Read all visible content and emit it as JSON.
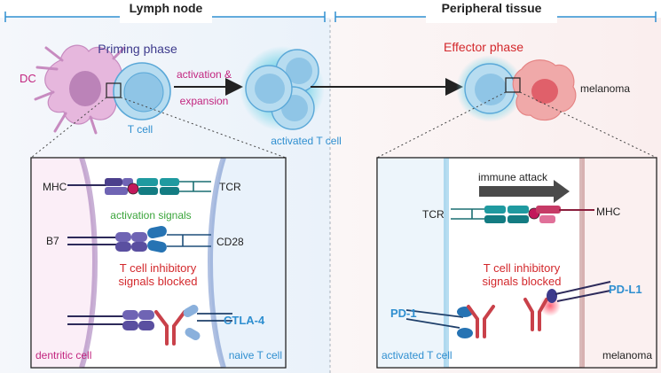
{
  "headers": {
    "left": "Lymph node",
    "right": "Peripheral tissue"
  },
  "top": {
    "dc": "DC",
    "priming_phase": "Priming phase",
    "t_cell": "T cell",
    "activation_1": "activation &",
    "activation_2": "expansion",
    "activated_t_cell": "activated T cell",
    "effector_phase": "Effector phase",
    "melanoma": "melanoma"
  },
  "left_panel": {
    "mhc": "MHC",
    "tcr": "TCR",
    "activation_signals": "activation signals",
    "b7": "B7",
    "cd28": "CD28",
    "inhibitory_1": "T cell inhibitory",
    "inhibitory_2": "signals blocked",
    "ctla4": "CTLA-4",
    "dendritic_cell": "dentritic cell",
    "naive_t_cell": "naive T cell"
  },
  "right_panel": {
    "immune_attack": "immune attack",
    "tcr": "TCR",
    "mhc": "MHC",
    "inhibitory_1": "T cell inhibitory",
    "inhibitory_2": "signals blocked",
    "pd1": "PD-1",
    "pdl1": "PD-L1",
    "activated_t_cell": "activated T cell",
    "melanoma": "melanoma"
  },
  "colors": {
    "header_line": "#2f8fd0",
    "purple_text": "#3d3a8c",
    "magenta_text": "#c2257f",
    "red_text": "#d3282c",
    "green_text": "#3aa43a",
    "blue_text": "#2f8fd0",
    "teal": "#1f9aa0",
    "dark_purple": "#4b3f8c",
    "red_receptor": "#c9414a"
  }
}
